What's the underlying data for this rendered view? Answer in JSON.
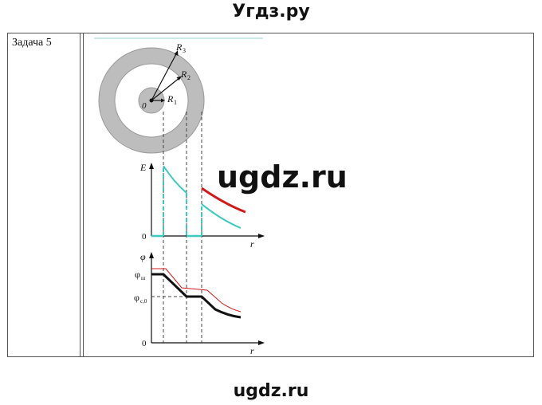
{
  "header": {
    "site_title": "Угдз.ру"
  },
  "task": {
    "label": "Задача 5"
  },
  "figure": {
    "circle_labels": {
      "r1": "R",
      "r1_sub": "1",
      "r2": "R",
      "r2_sub": "2",
      "r3": "R",
      "r3_sub": "3",
      "center": "0"
    },
    "e_graph": {
      "y_axis": "E",
      "x_axis": "r",
      "origin": "0"
    },
    "phi_graph": {
      "y_axis": "φ",
      "x_axis": "r",
      "origin": "0",
      "phi_w": "φ",
      "phi_w_sub": "ш",
      "phi_c": "φ",
      "phi_c_sub": "с,0"
    },
    "colors": {
      "cyan_field": "#3dc9bf",
      "red_field": "#d11a1a",
      "potential": "#111111",
      "potential_alt": "#d11a1a"
    }
  },
  "watermark": {
    "text": "ugdz.ru"
  },
  "footer": {
    "site_title": "ugdz.ru"
  }
}
